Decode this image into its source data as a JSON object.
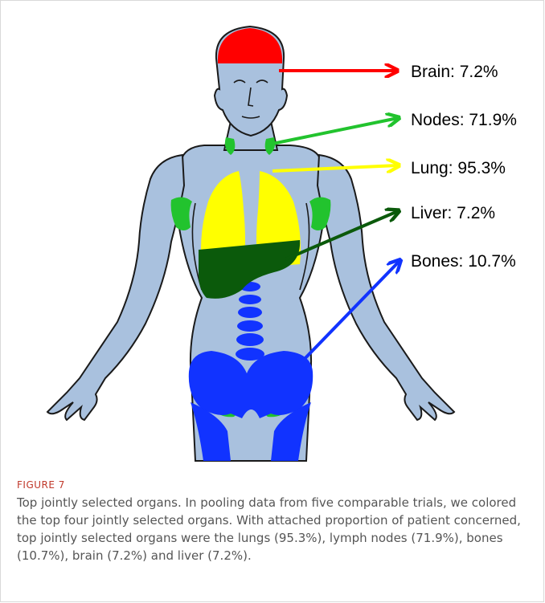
{
  "figure": {
    "label": "FIGURE 7",
    "caption": "Top jointly selected organs. In pooling data from five comparable trials, we colored the top four jointly selected organs. With attached proportion of patient concerned, top jointly selected organs were the lungs (95.3%), lymph nodes (71.9%), bones (10.7%), brain (7.2%) and liver (7.2%).",
    "organs": [
      {
        "key": "brain",
        "label": "Brain: 7.2%",
        "name": "Brain",
        "percent": 7.2,
        "color": "#ff0000"
      },
      {
        "key": "nodes",
        "label": "Nodes: 71.9%",
        "name": "Nodes",
        "percent": 71.9,
        "color": "#22c32e"
      },
      {
        "key": "lung",
        "label": "Lung: 95.3%",
        "name": "Lung",
        "percent": 95.3,
        "color": "#ffff00"
      },
      {
        "key": "liver",
        "label": "Liver: 7.2%",
        "name": "Liver",
        "percent": 7.2,
        "color": "#0b5a0b"
      },
      {
        "key": "bones",
        "label": "Bones: 10.7%",
        "name": "Bones",
        "percent": 10.7,
        "color": "#1133ff"
      }
    ],
    "colors": {
      "body_fill": "#a9c1de",
      "body_outline": "#1a1a1a",
      "label_color": "#c0392b"
    }
  }
}
